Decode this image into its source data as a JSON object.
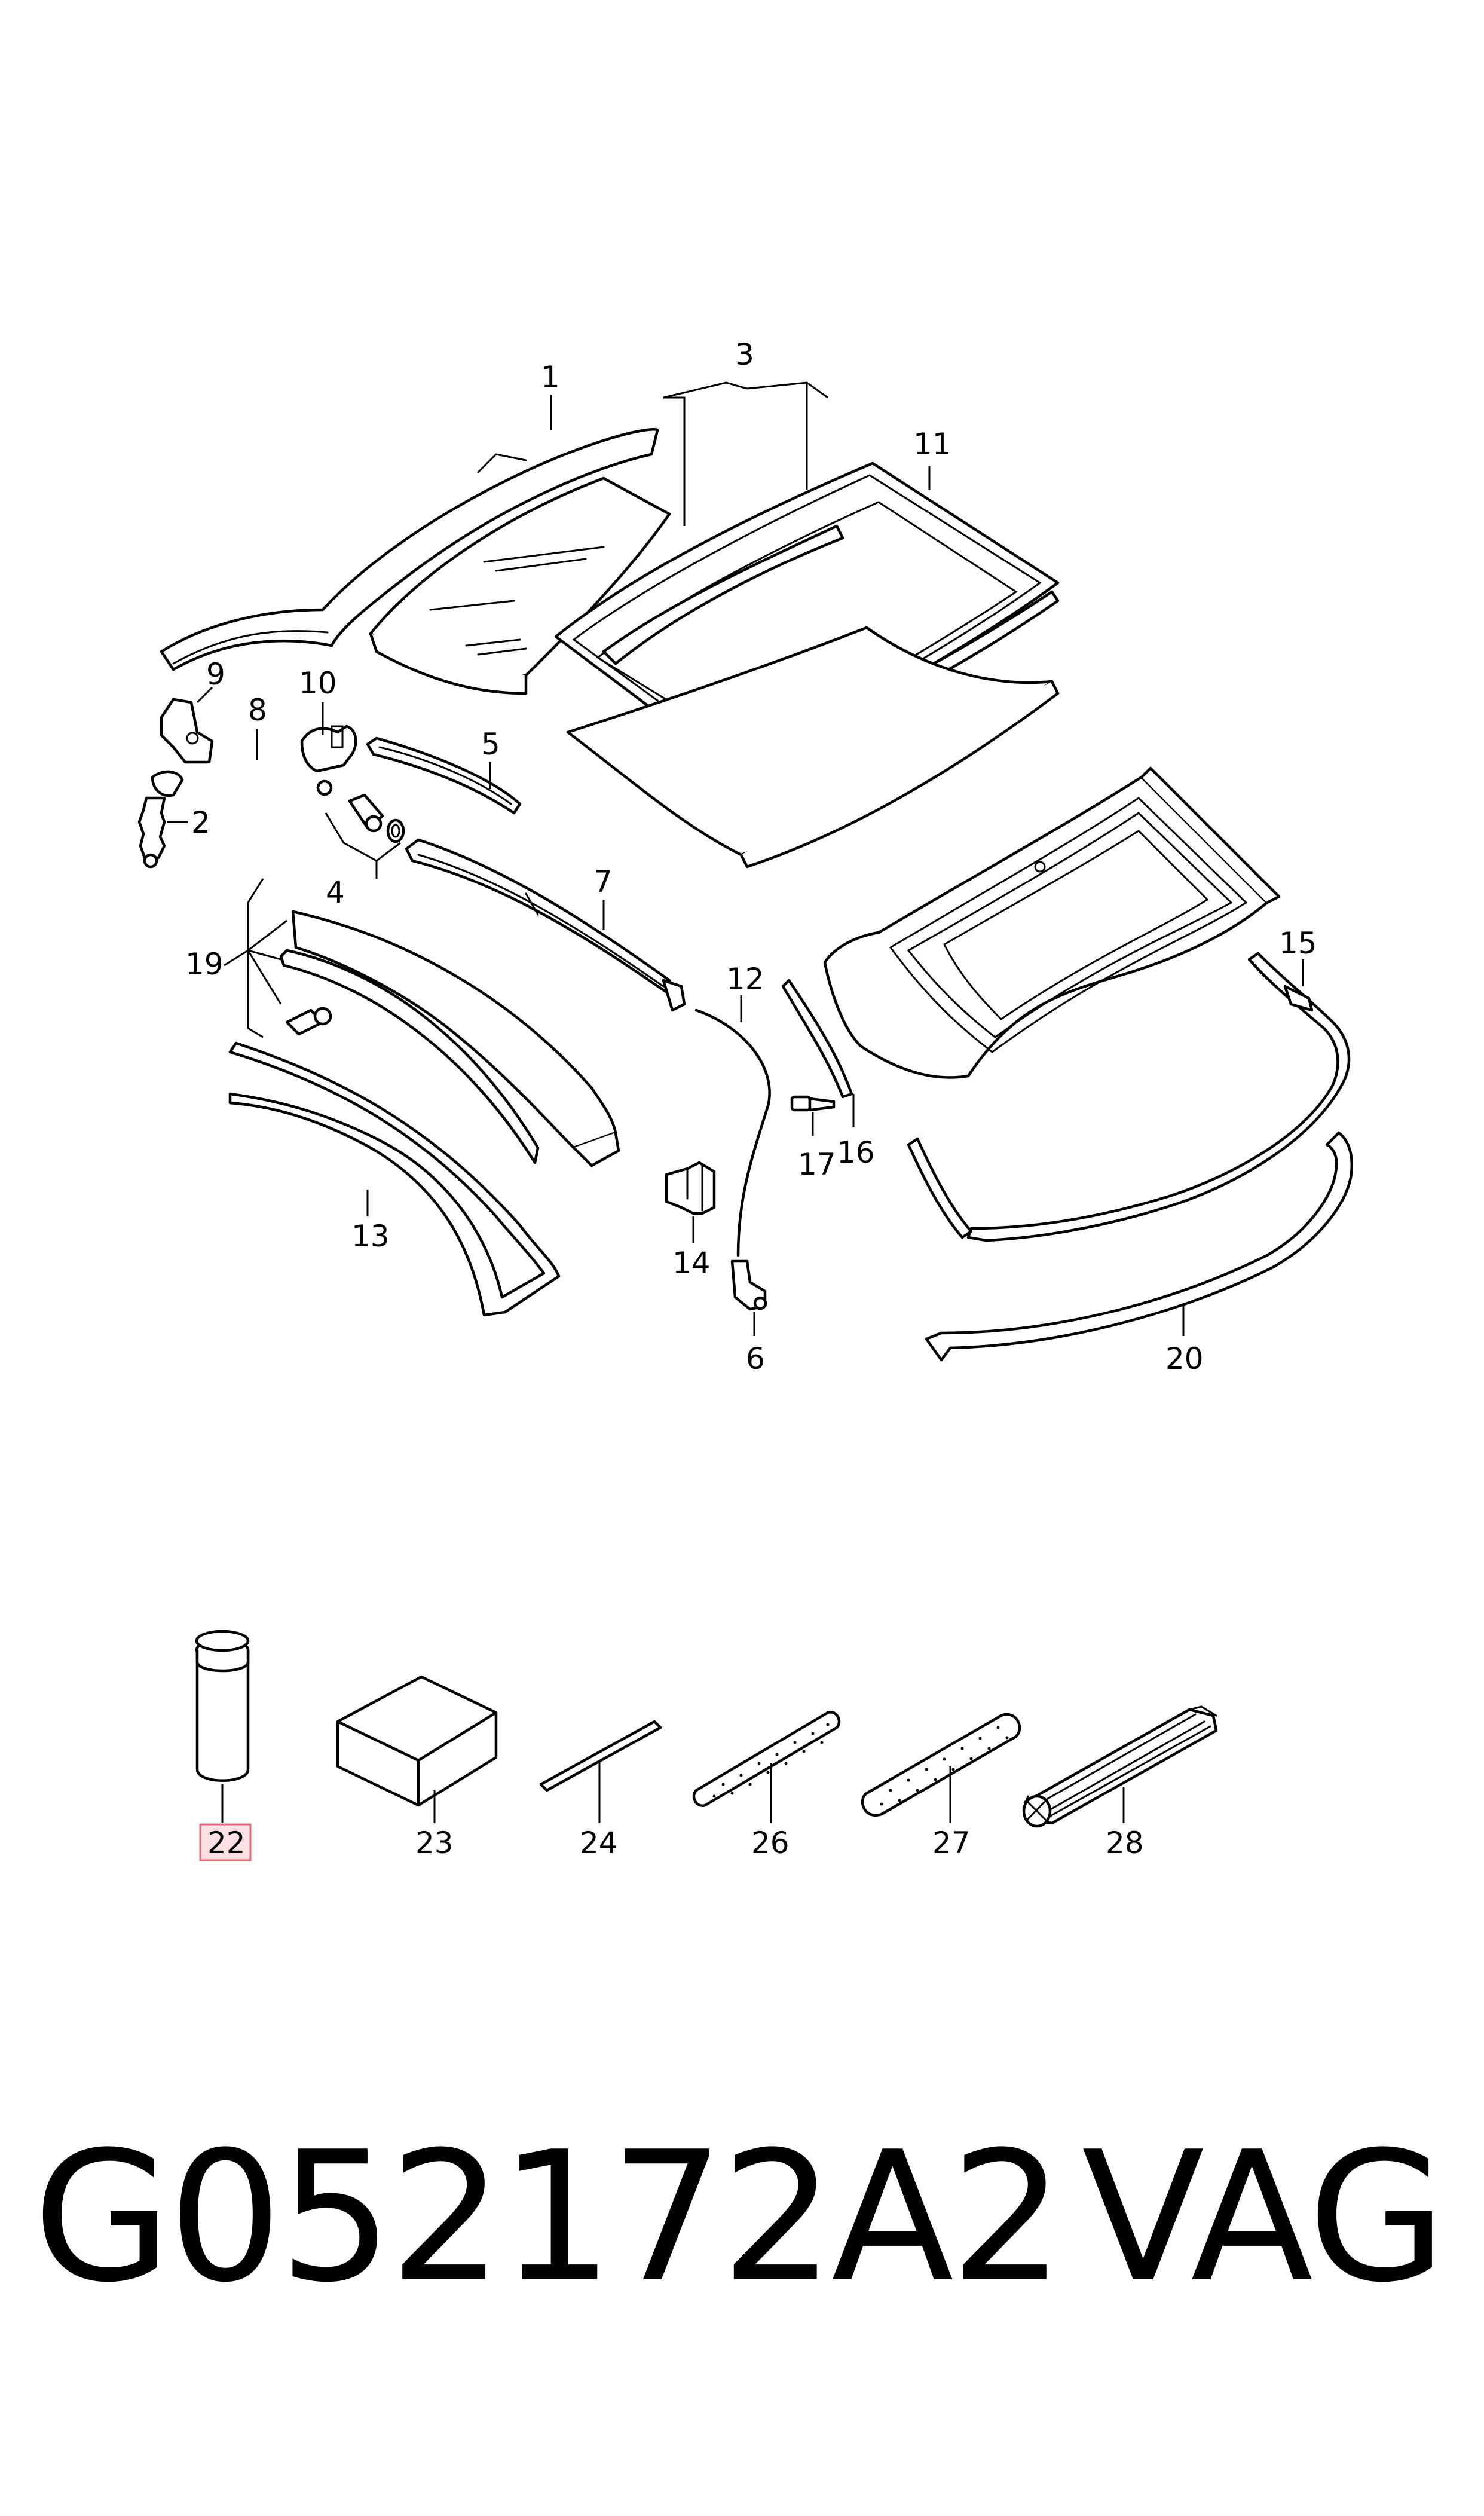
{
  "labels": {
    "p1": "1",
    "p2": "2",
    "p3": "3",
    "p4": "4",
    "p5": "5",
    "p6": "6",
    "p7": "7",
    "p8": "8",
    "p9": "9",
    "p10": "10",
    "p11": "11",
    "p12": "12",
    "p13": "13",
    "p14": "14",
    "p15": "15",
    "p16": "16",
    "p17": "17",
    "p19": "19",
    "p20": "20",
    "p22": "22",
    "p23": "23",
    "p24": "24",
    "p26": "26",
    "p27": "27",
    "p28": "28"
  },
  "highlight": {
    "label": "22",
    "color": "#e06b78",
    "fill": "#fde0e2"
  },
  "footer": {
    "part_number": "G052172A2",
    "brand": "VAG"
  }
}
